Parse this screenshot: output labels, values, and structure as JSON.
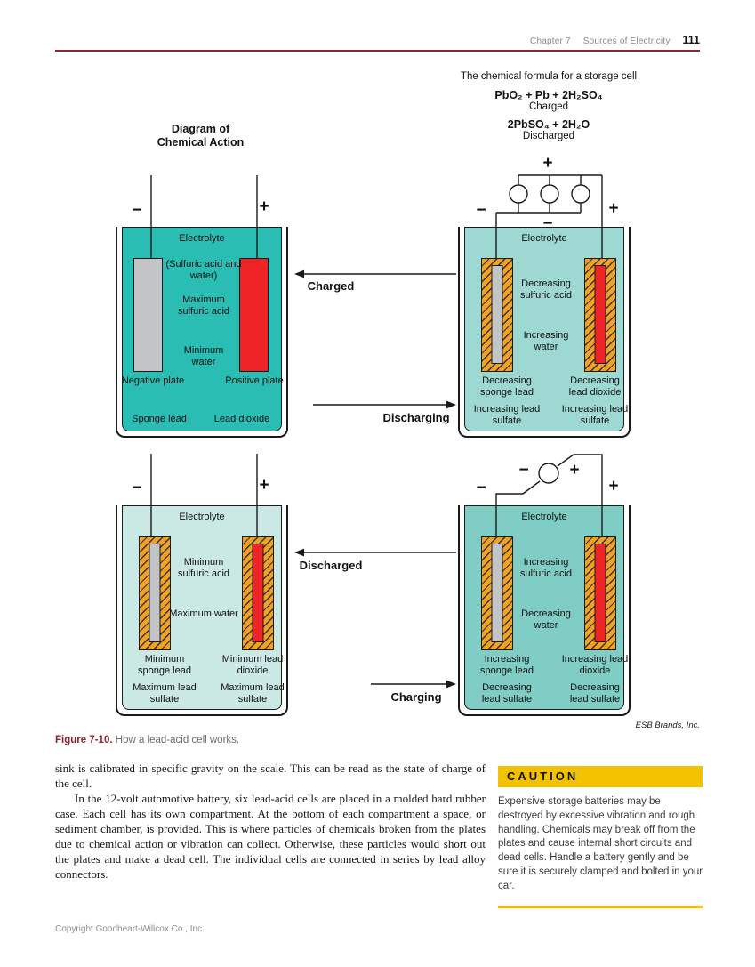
{
  "header": {
    "chapter": "Chapter 7",
    "section": "Sources of Electricity",
    "page_number": "111"
  },
  "formula_block": {
    "title": "The chemical formula for a storage cell",
    "charged_formula": "PbO₂ + Pb + 2H₂SO₄",
    "charged_label": "Charged",
    "discharged_formula": "2PbSO₄ + 2H₂O",
    "discharged_label": "Discharged"
  },
  "figure": {
    "diagram_title": "Diagram of Chemical Action",
    "symbols": {
      "minus": "−",
      "plus": "+"
    },
    "arrows": {
      "charged": "Charged",
      "discharging": "Discharging",
      "discharged": "Discharged",
      "charging": "Charging"
    },
    "cells": {
      "charged": {
        "electrolyte": "Electrolyte",
        "note": "(Sulfuric acid and water)",
        "acid": "Maximum sulfuric acid",
        "water": "Minimum water",
        "left_plate": "Negative plate",
        "right_plate": "Positive plate",
        "left_material": "Sponge lead",
        "right_material": "Lead dioxide"
      },
      "discharging": {
        "electrolyte": "Electrolyte",
        "acid": "Decreasing sulfuric acid",
        "water": "Increasing water",
        "left_line1": "Decreasing sponge lead",
        "left_line2": "Increasing lead sulfate",
        "right_line1": "Decreasing lead dioxide",
        "right_line2": "Increasing lead sulfate"
      },
      "discharged": {
        "electrolyte": "Electrolyte",
        "acid": "Minimum sulfuric acid",
        "water": "Maximum water",
        "left_line1": "Minimum sponge lead",
        "left_line2": "Maximum lead sulfate",
        "right_line1": "Minimum lead dioxide",
        "right_line2": "Maximum lead sulfate"
      },
      "charging": {
        "electrolyte": "Electrolyte",
        "acid": "Increasing sulfuric acid",
        "water": "Decreasing water",
        "left_line1": "Increasing sponge lead",
        "left_line2": "Decreasing lead sulfate",
        "right_line1": "Increasing lead dioxide",
        "right_line2": "Decreasing lead sulfate"
      }
    },
    "credit": "ESB Brands, Inc.",
    "caption": {
      "label": "Figure 7-10.",
      "text": "How a lead-acid cell works."
    }
  },
  "body": {
    "paragraph1": "sink is calibrated in specific gravity on the scale. This can be read as the state of charge of the cell.",
    "paragraph2": "In the 12-volt automotive battery, six lead-acid cells are placed in a molded hard rubber case. Each cell has its own compartment. At the bottom of each compartment a space, or sediment chamber, is provided. This is where particles of chemicals broken from the plates due to chemical action or vibration can collect. Otherwise, these particles would short out the plates and make a dead cell. The individual cells are connected in series by lead alloy connectors."
  },
  "caution": {
    "title": "CAUTION",
    "text": "Expensive storage batteries may be destroyed by excessive vibration and rough handling. Chemicals may break off from the plates and cause internal short circuits and dead cells. Handle a battery gently and be sure it is securely clamped and bolted in your car."
  },
  "footer": {
    "copyright": "Copyright Goodheart-Willcox Co., Inc."
  },
  "colors": {
    "electrolyte_charged": "#2abdb3",
    "electrolyte_discharging": "#9ed8d2",
    "electrolyte_discharged": "#cae8e4",
    "electrolyte_charging": "#7fcdc5",
    "negative_plate": "#c2c4c6",
    "positive_plate": "#ee2426",
    "lead_sulfate": "#f2a124",
    "caution_accent": "#f2c200",
    "rule_accent": "#8e2430"
  }
}
